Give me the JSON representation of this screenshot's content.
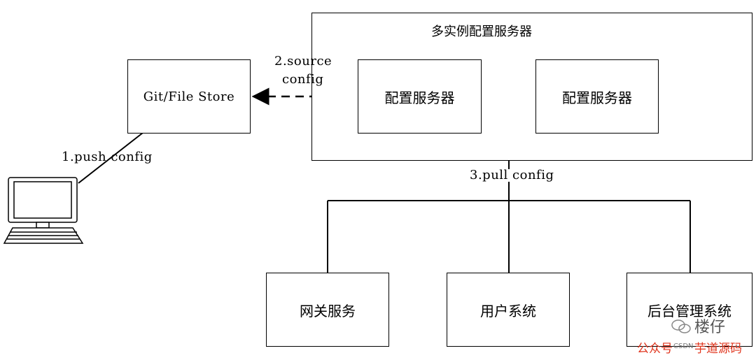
{
  "nodes": {
    "git_store": "Git/File Store",
    "cluster_title": "多实例配置服务器",
    "config_server_1": "配置服务器",
    "config_server_2": "配置服务器",
    "gateway": "网关服务",
    "user_system": "用户系统",
    "admin_system": "后台管理系统"
  },
  "edges": {
    "push": "1.push config",
    "source_line1": "2.source",
    "source_line2": "config",
    "pull": "3.pull config"
  },
  "watermark": {
    "author": "楼仔",
    "account": "公众号",
    "csdn": "CSDN",
    "channel": "芋道源码"
  },
  "colors": {
    "line": "#000000",
    "watermark_red": "#e0341c"
  },
  "icons": {
    "computer": "desktop-computer-icon",
    "wechat": "wechat-icon"
  }
}
